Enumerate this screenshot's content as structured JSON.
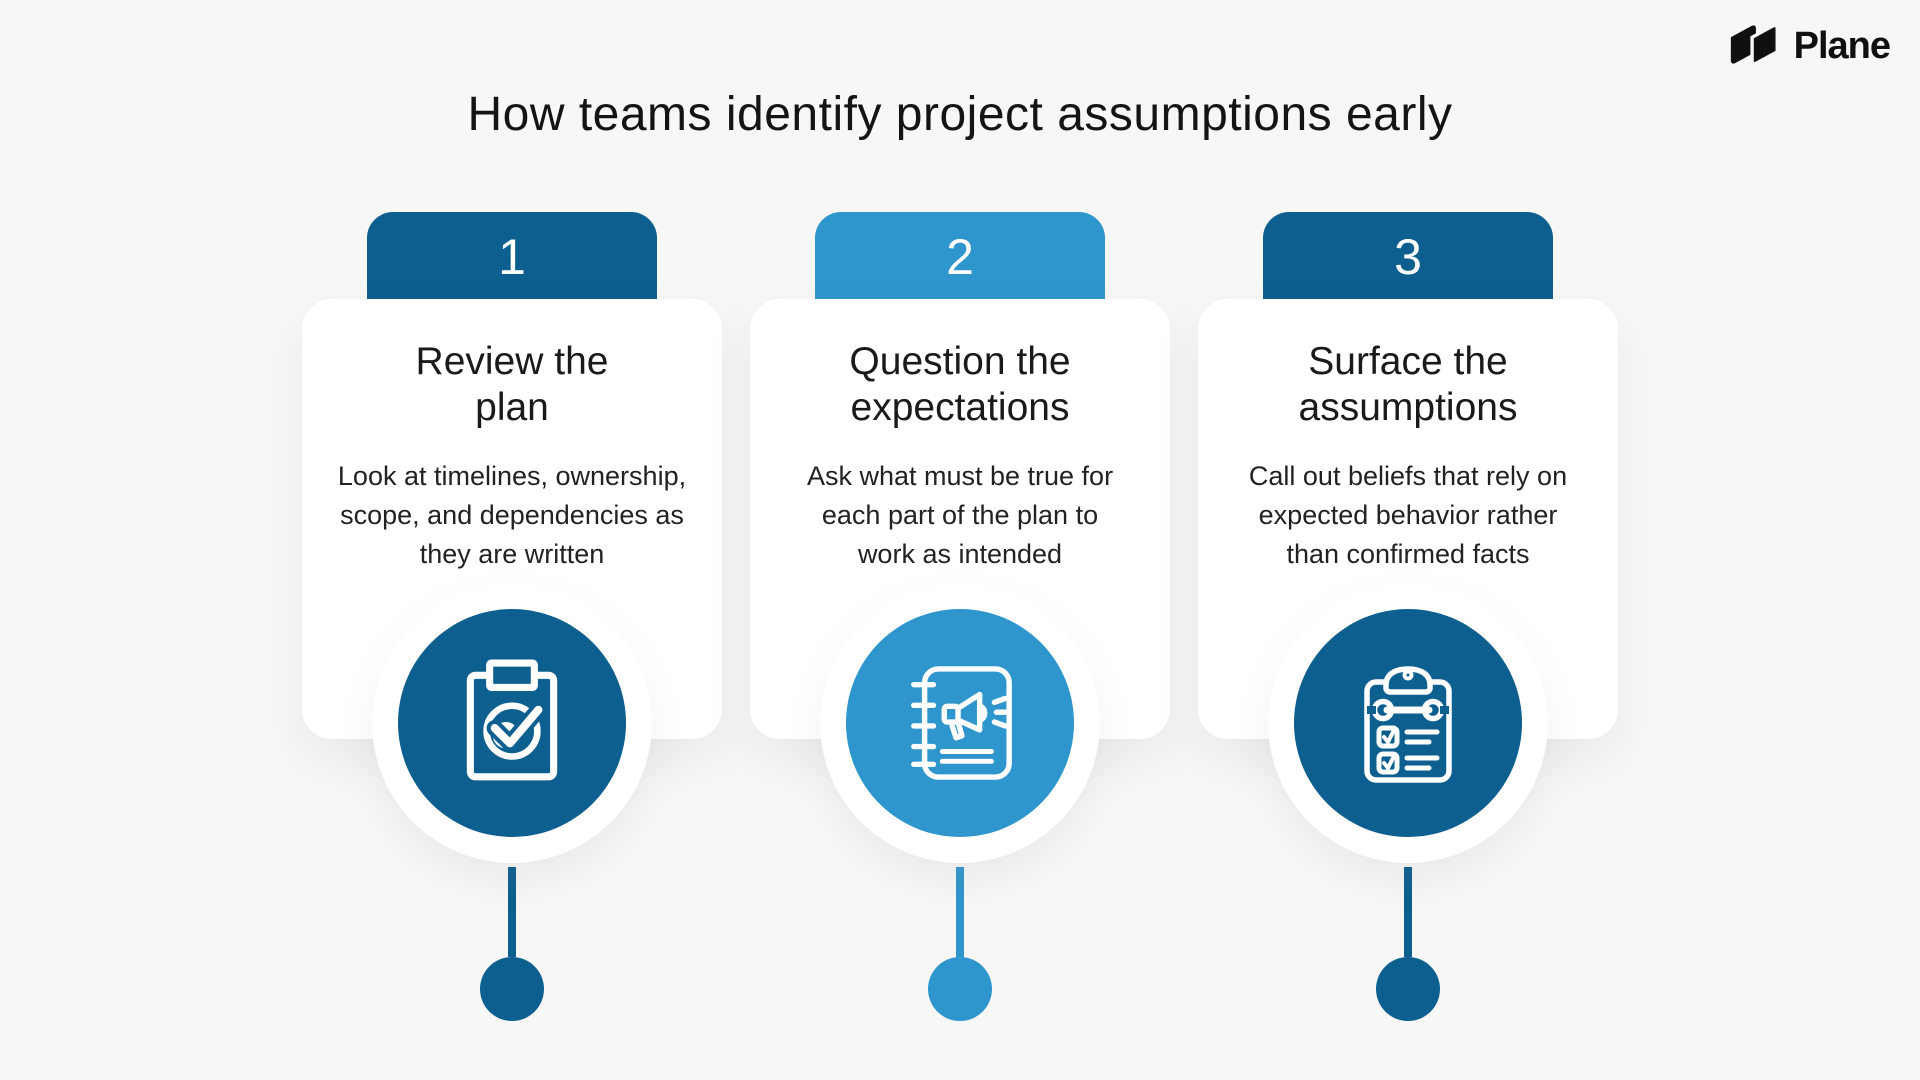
{
  "logo": {
    "brand": "Plane",
    "mark": "plane-logo-mark"
  },
  "title": "How teams identify project assumptions early",
  "colors": {
    "background": "#f7f7f6",
    "dark_blue": "#0d5f8f",
    "light_blue": "#2e96cc",
    "card_white": "#ffffff",
    "text": "#1a1a1a"
  },
  "cards": [
    {
      "number": "1",
      "accent": "#0d5f8f",
      "title": "Review the\nplan",
      "description": "Look at timelines, ownership,\nscope, and dependencies as\nthey are written",
      "icon": "clipboard-check-icon"
    },
    {
      "number": "2",
      "accent": "#2e96cc",
      "title": "Question the\nexpectations",
      "description": "Ask what must be true for\neach part of the plan to\nwork as intended",
      "icon": "notebook-megaphone-icon"
    },
    {
      "number": "3",
      "accent": "#0d5f8f",
      "title": "Surface the\nassumptions",
      "description": "Call out beliefs that rely on\nexpected behavior rather\nthan confirmed facts",
      "icon": "clipboard-checklist-icon"
    }
  ]
}
